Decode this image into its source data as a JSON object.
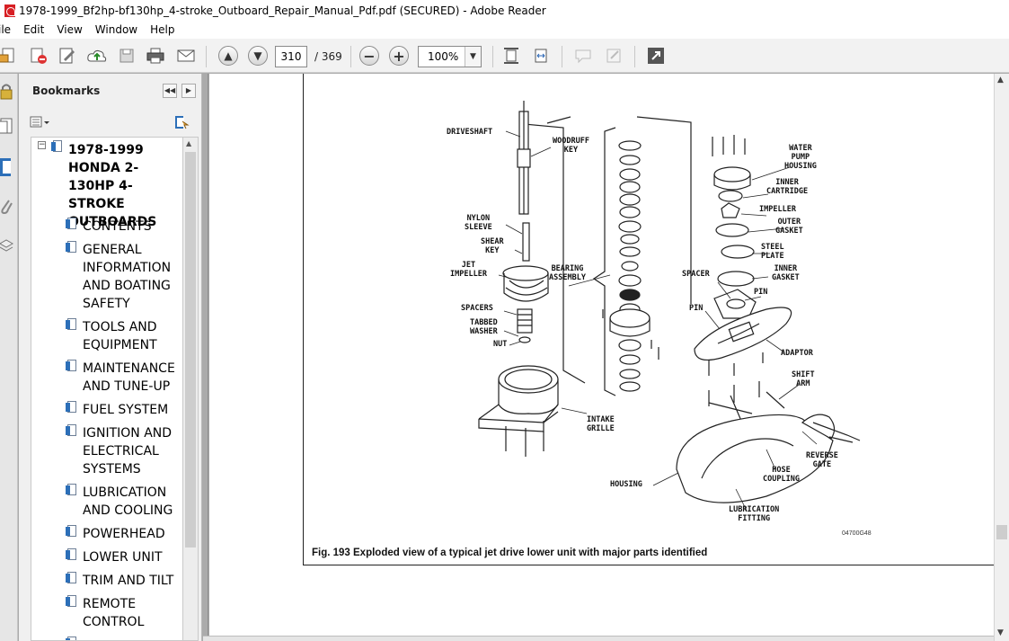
{
  "window": {
    "title": "1978-1999_Bf2hp-bf130hp_4-stroke_Outboard_Repair_Manual_Pdf.pdf (SECURED) - Adobe Reader"
  },
  "menu": [
    "ile",
    "Edit",
    "View",
    "Window",
    "Help"
  ],
  "toolbar": {
    "current_page": "310",
    "total_pages": "/ 369",
    "zoom": "100%",
    "icons": [
      "create-pdf-icon",
      "convert-icon",
      "sign-icon",
      "upload-icon",
      "save-icon",
      "print-icon",
      "email-icon",
      "prev-page-icon",
      "next-page-icon",
      "zoom-out-icon",
      "zoom-in-icon",
      "fit-page-icon",
      "fit-width-icon",
      "comment-icon",
      "sticky-note-icon",
      "expand-icon"
    ]
  },
  "bookmarks": {
    "title": "Bookmarks",
    "root": "1978-1999 HONDA 2-130HP 4-STROKE OUTBOARDS",
    "items": [
      "CONTENTS",
      "GENERAL INFORMATION AND BOATING SAFETY",
      "TOOLS AND EQUIPMENT",
      "MAINTENANCE AND TUNE-UP",
      "FUEL SYSTEM",
      "IGNITION AND ELECTRICAL SYSTEMS",
      "LUBRICATION AND COOLING",
      "POWERHEAD",
      "LOWER UNIT",
      "TRIM AND TILT",
      "REMOTE CONTROL"
    ]
  },
  "figure": {
    "caption": "Fig. 193 Exploded view of a typical jet drive lower unit with major parts identified",
    "code": "04700G48",
    "labels": {
      "driveshaft": "DRIVESHAFT",
      "woodruff_key": "WOODRUFF\nKEY",
      "water_pump_housing": "WATER\nPUMP\nHOUSING",
      "inner_cartridge": "INNER\nCARTRIDGE",
      "impeller": "IMPELLER",
      "outer_gasket": "OUTER\nGASKET",
      "steel_plate": "STEEL\nPLATE",
      "nylon_sleeve": "NYLON\nSLEEVE",
      "shear_key": "SHEAR\nKEY",
      "jet_impeller": "JET\nIMPELLER",
      "bearing_assembly": "BEARING\nASSEMBLY",
      "spacer": "SPACER",
      "inner_gasket": "INNER\nGASKET",
      "pin1": "PIN",
      "pin2": "PIN",
      "spacers": "SPACERS",
      "tabbed_washer": "TABBED\nWASHER",
      "nut": "NUT",
      "adaptor": "ADAPTOR",
      "shift_arm": "SHIFT\nARM",
      "intake_grille": "INTAKE\nGRILLE",
      "reverse_gate": "REVERSE\nGATE",
      "hose_coupling": "HOSE\nCOUPLING",
      "housing": "HOUSING",
      "lubrication_fitting": "LUBRICATION\nFITTING"
    }
  }
}
